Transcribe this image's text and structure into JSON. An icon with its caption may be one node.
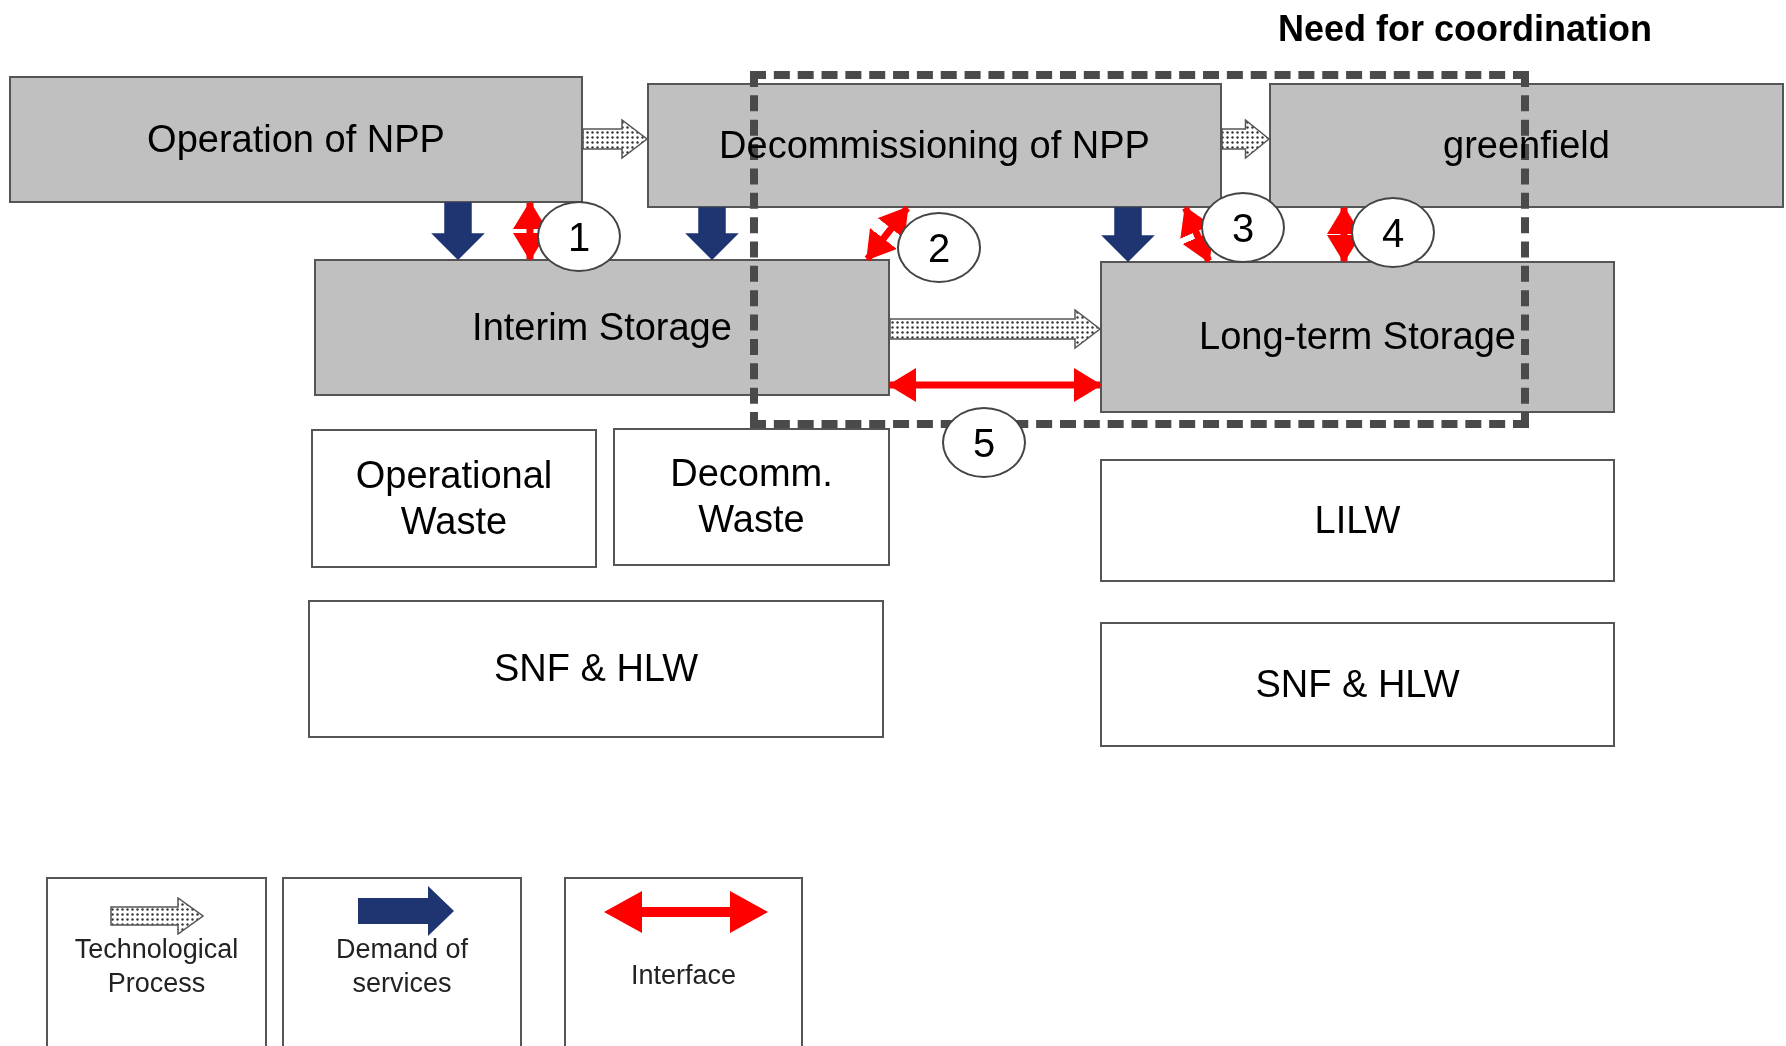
{
  "diagram": {
    "nodes": [
      {
        "text": [
          "Operation of NPP"
        ]
      },
      {
        "text": [
          "Decommissioning of NPP"
        ]
      },
      {
        "text": [
          "greenfield"
        ]
      },
      {
        "text": [
          "Interim Storage"
        ]
      },
      {
        "text": [
          "Long-term Storage"
        ]
      },
      {
        "text": [
          "Operational Waste"
        ]
      },
      {
        "text": [
          "Decomm. Waste"
        ]
      },
      {
        "text": [
          "SNF & HLW"
        ]
      },
      {
        "text": [
          "LILW"
        ]
      },
      {
        "text": [
          "SNF & HLW"
        ]
      },
      {
        "text": [
          "Need for coordination"
        ]
      },
      {
        "text": [
          "1"
        ]
      },
      {
        "text": [
          "2"
        ],
        "in": 10
      },
      {
        "text": [
          "3"
        ],
        "in": 10
      },
      {
        "text": [
          "4"
        ],
        "in": 10
      },
      {
        "text": [
          "5"
        ]
      }
    ],
    "edges": [
      {
        "from": 0,
        "to": 1,
        "arrow": "to",
        "style": "thick",
        "color": "#ffffff"
      },
      {
        "from": 1,
        "to": 2,
        "arrow": "to",
        "style": "thick",
        "color": "#ffffff"
      },
      {
        "from": 0,
        "to": 3,
        "arrow": "to",
        "style": "thick",
        "color": "#1f3572"
      },
      {
        "from": 1,
        "to": 3,
        "arrow": "to",
        "style": "thick",
        "color": "#1f3572"
      },
      {
        "from": 1,
        "to": 4,
        "arrow": "to",
        "style": "thick",
        "color": "#1f3572"
      },
      {
        "from": 0,
        "to": 3,
        "arrow": "both"
      },
      {
        "from": 1,
        "to": 3,
        "arrow": "both"
      },
      {
        "from": 1,
        "to": 4,
        "arrow": "both"
      },
      {
        "from": 2,
        "to": 4,
        "arrow": "both"
      },
      {
        "from": 3,
        "to": 4,
        "arrow": "to",
        "style": "thick",
        "color": "#ffffff"
      },
      {
        "from": 3,
        "to": 4,
        "arrow": "both"
      }
    ],
    "legend": [
      {
        "text": "Technological Process"
      },
      {
        "text": "Demand of services"
      },
      {
        "text": "Interface"
      }
    ]
  }
}
